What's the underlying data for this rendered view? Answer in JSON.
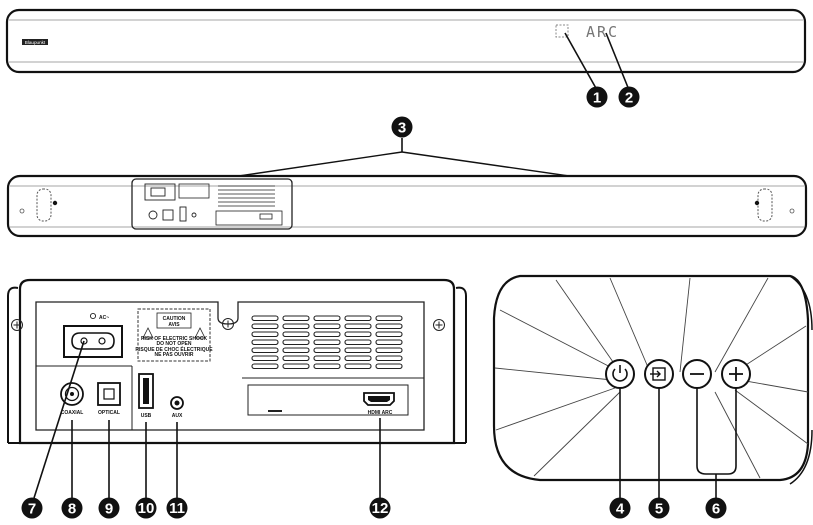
{
  "front_panel": {
    "brand_logo_text": "Blaupunkt",
    "display_text": "ARC"
  },
  "connectors": {
    "ac": "AC~",
    "coaxial": "COAXIAL",
    "optical": "OPTICAL",
    "usb": "USB",
    "aux": "AUX",
    "hdmi": "HDMI ARC"
  },
  "caution_label": {
    "title": "CAUTION",
    "title2": "AVIS",
    "line1": "RISK OF ELECTRIC SHOCK",
    "line2": "DO NOT OPEN",
    "line3": "RISQUE DE CHOC ÉLECTRIQUE",
    "line4": "NE PAS OUVRIR"
  },
  "callouts": [
    "1",
    "2",
    "3",
    "4",
    "5",
    "6",
    "7",
    "8",
    "9",
    "10",
    "11",
    "12"
  ],
  "colors": {
    "outline": "#111111",
    "callout_fill": "#111111",
    "display": "#888888"
  },
  "icons": [
    "power-icon",
    "source-input-icon",
    "minus-icon",
    "plus-icon",
    "screw-icon"
  ]
}
